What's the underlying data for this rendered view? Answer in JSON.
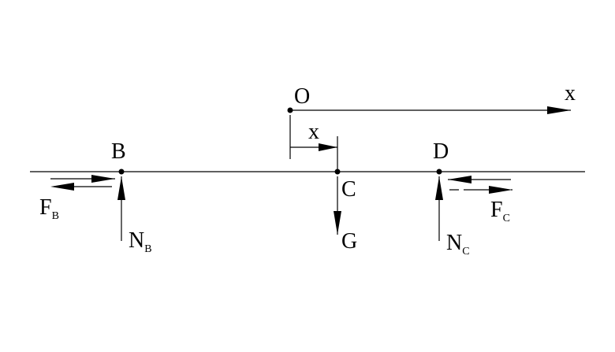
{
  "diagram": {
    "labels": {
      "origin": "O",
      "axis_x": "x",
      "offset_x": "x",
      "point_b": "B",
      "point_c": "C",
      "point_d": "D",
      "weight": "G",
      "friction_b": {
        "main": "F",
        "sub": "B"
      },
      "friction_c": {
        "main": "F",
        "sub": "C"
      },
      "normal_b": {
        "main": "N",
        "sub": "B"
      },
      "normal_c": {
        "main": "N",
        "sub": "C"
      }
    },
    "colors": {
      "ink": "#000000",
      "background": "#ffffff"
    }
  }
}
